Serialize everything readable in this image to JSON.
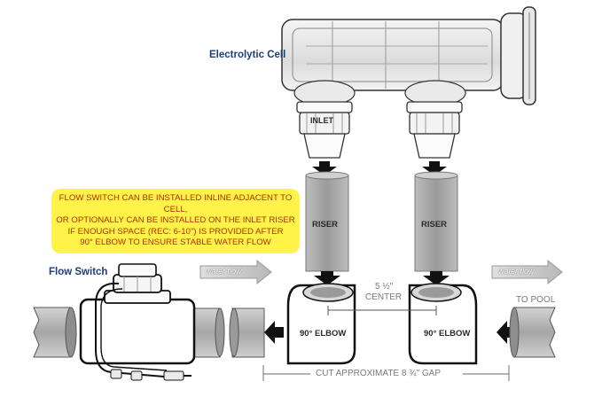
{
  "labels": {
    "electrolytic_cell": "Electrolytic Cell",
    "inlet": "INLET",
    "riser_left": "RISER",
    "riser_right": "RISER",
    "flow_switch": "Flow Switch",
    "water_flow_left": "water flow",
    "water_flow_right": "water flow",
    "center_dim_1": "5 ½\"",
    "center_dim_2": "CENTER",
    "elbow_left": "90° ELBOW",
    "elbow_right": "90° ELBOW",
    "to_pool": "TO POOL",
    "gap": "CUT APPROXIMATE 8 ¾\" GAP"
  },
  "note": {
    "lines": [
      "FLOW SWITCH CAN BE INSTALLED INLINE ADJACENT TO CELL,",
      "OR OPTIONALLY CAN BE INSTALLED ON THE INLET RISER",
      "IF ENOUGH SPACE (REC: 6-10\") IS PROVIDED AFTER",
      "90° ELBOW TO ENSURE STABLE WATER FLOW"
    ]
  },
  "colors": {
    "highlight": "#fff34a",
    "note_text": "#b03000",
    "title_blue": "#1f3d7a",
    "riser_gray": "#9a9a9a",
    "pipe_gray": "#b5b5b5"
  }
}
